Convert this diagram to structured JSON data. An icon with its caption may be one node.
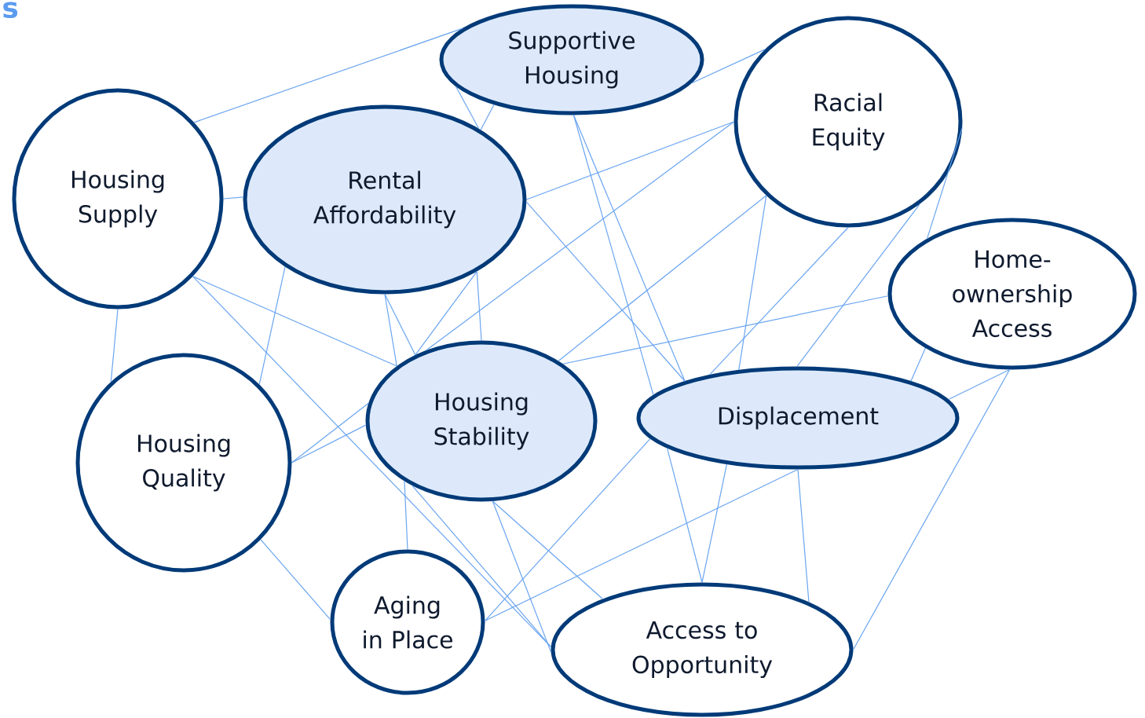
{
  "diagram": {
    "nodes": [
      {
        "text": [
          "Supportive Housing"
        ]
      },
      {
        "text": [
          "Housing Supply"
        ]
      },
      {
        "text": [
          "Rental Affordability"
        ]
      },
      {
        "text": [
          "Racial Equity"
        ]
      },
      {
        "text": [
          "Home-ownership Access"
        ]
      },
      {
        "text": [
          "Housing Quality"
        ]
      },
      {
        "text": [
          "Housing Stability"
        ]
      },
      {
        "text": [
          "Displacement"
        ]
      },
      {
        "text": [
          "Aging in Place"
        ]
      },
      {
        "text": [
          "Access to Opportunity"
        ]
      }
    ],
    "edges": [
      {
        "from": 0,
        "to": 1,
        "arrow": "none"
      },
      {
        "from": 0,
        "to": 2,
        "arrow": "none"
      },
      {
        "from": 0,
        "to": 2,
        "arrow": "none"
      },
      {
        "from": 2,
        "to": 6,
        "arrow": "none"
      },
      {
        "from": 0,
        "to": 3,
        "arrow": "none"
      },
      {
        "from": 0,
        "to": 7,
        "arrow": "none"
      },
      {
        "from": 0,
        "to": 7,
        "arrow": "none"
      },
      {
        "from": 7,
        "to": 9,
        "arrow": "none"
      },
      {
        "from": 1,
        "to": 2,
        "arrow": "none"
      },
      {
        "from": 1,
        "to": 5,
        "arrow": "none"
      },
      {
        "from": 1,
        "to": 6,
        "arrow": "none"
      },
      {
        "from": 1,
        "to": 9,
        "arrow": "none"
      },
      {
        "from": 2,
        "to": 5,
        "arrow": "none"
      },
      {
        "from": 2,
        "to": 3,
        "arrow": "none"
      },
      {
        "from": 2,
        "to": 7,
        "arrow": "none"
      },
      {
        "from": 2,
        "to": 6,
        "arrow": "none"
      },
      {
        "from": 2,
        "to": 6,
        "arrow": "none"
      },
      {
        "from": 6,
        "to": 8,
        "arrow": "none"
      },
      {
        "from": 2,
        "to": 6,
        "arrow": "none"
      },
      {
        "from": 6,
        "to": 9,
        "arrow": "none"
      },
      {
        "from": 6,
        "to": 9,
        "arrow": "none"
      },
      {
        "from": 6,
        "to": 9,
        "arrow": "none"
      },
      {
        "from": 3,
        "to": 6,
        "arrow": "none"
      },
      {
        "from": 5,
        "to": 6,
        "arrow": "none"
      },
      {
        "from": 5,
        "to": 6,
        "arrow": "none"
      },
      {
        "from": 3,
        "to": 6,
        "arrow": "none"
      },
      {
        "from": 3,
        "to": 7,
        "arrow": "none"
      },
      {
        "from": 7,
        "to": 8,
        "arrow": "none"
      },
      {
        "from": 3,
        "to": 7,
        "arrow": "none"
      },
      {
        "from": 7,
        "to": 9,
        "arrow": "none"
      },
      {
        "from": 3,
        "to": 7,
        "arrow": "none"
      },
      {
        "from": 3,
        "to": 4,
        "arrow": "none"
      },
      {
        "from": 4,
        "to": 6,
        "arrow": "none"
      },
      {
        "from": 4,
        "to": 7,
        "arrow": "none"
      },
      {
        "from": 4,
        "to": 7,
        "arrow": "none"
      },
      {
        "from": 7,
        "to": 8,
        "arrow": "none"
      },
      {
        "from": 4,
        "to": 9,
        "arrow": "none"
      },
      {
        "from": 5,
        "to": 8,
        "arrow": "none"
      },
      {
        "from": 7,
        "to": 9,
        "arrow": "none"
      }
    ],
    "labels": [
      "s"
    ]
  }
}
